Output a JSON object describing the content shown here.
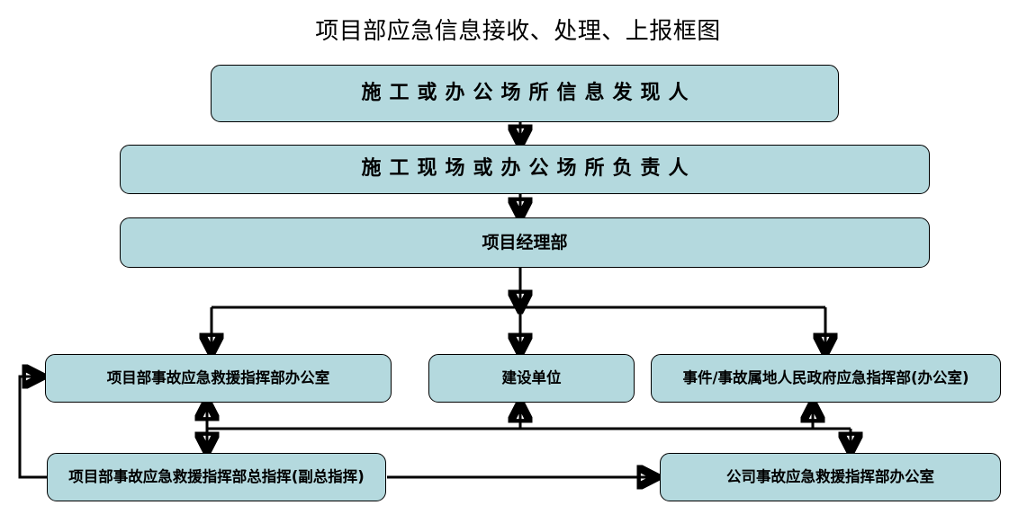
{
  "chart_data": {
    "type": "diagram",
    "title": "项目部应急信息接收、处理、上报框图",
    "nodes": [
      {
        "id": "n1",
        "label": "施工或办公场所信息发现人"
      },
      {
        "id": "n2",
        "label": "施工现场或办公场所负责人"
      },
      {
        "id": "n3",
        "label": "项目经理部"
      },
      {
        "id": "n4",
        "label": "项目部事故应急救援指挥部办公室"
      },
      {
        "id": "n5",
        "label": "建设单位"
      },
      {
        "id": "n6",
        "label": "事件/事故属地人民政府应急指挥部(办公室)"
      },
      {
        "id": "n7",
        "label": "项目部事故应急救援指挥部总指挥(副总指挥)"
      },
      {
        "id": "n8",
        "label": "公司事故应急救援指挥部办公室"
      }
    ],
    "edges": [
      {
        "from": "n1",
        "to": "n2",
        "type": "arrow"
      },
      {
        "from": "n2",
        "to": "n3",
        "type": "arrow"
      },
      {
        "from": "n3",
        "to": "n4",
        "type": "arrow"
      },
      {
        "from": "n3",
        "to": "n5",
        "type": "arrow"
      },
      {
        "from": "n3",
        "to": "n6",
        "type": "arrow"
      },
      {
        "from": "n7",
        "to": "n4",
        "type": "arrow-left-loop"
      },
      {
        "from": "n4",
        "to": "n7",
        "type": "double-arrow"
      },
      {
        "from": "n7",
        "to": "n5",
        "type": "arrow"
      },
      {
        "from": "n7",
        "to": "n6",
        "type": "arrow"
      },
      {
        "from": "n7",
        "to": "n8",
        "type": "arrow"
      },
      {
        "from": "n7",
        "to": "n8",
        "type": "arrow-bus"
      }
    ],
    "colors": {
      "node_fill": "#b4d9de",
      "node_border": "#000000",
      "connector": "#000000",
      "background": "#ffffff",
      "text": "#000000"
    }
  },
  "diagram": {
    "title": "项目部应急信息接收、处理、上报框图",
    "nodes": {
      "n1": "施工或办公场所信息发现人",
      "n2": "施工现场或办公场所负责人",
      "n3": "项目经理部",
      "n4": "项目部事故应急救援指挥部办公室",
      "n5": "建设单位",
      "n6": "事件/事故属地人民政府应急指挥部(办公室)",
      "n7": "项目部事故应急救援指挥部总指挥(副总指挥)",
      "n8": "公司事故应急救援指挥部办公室"
    }
  }
}
